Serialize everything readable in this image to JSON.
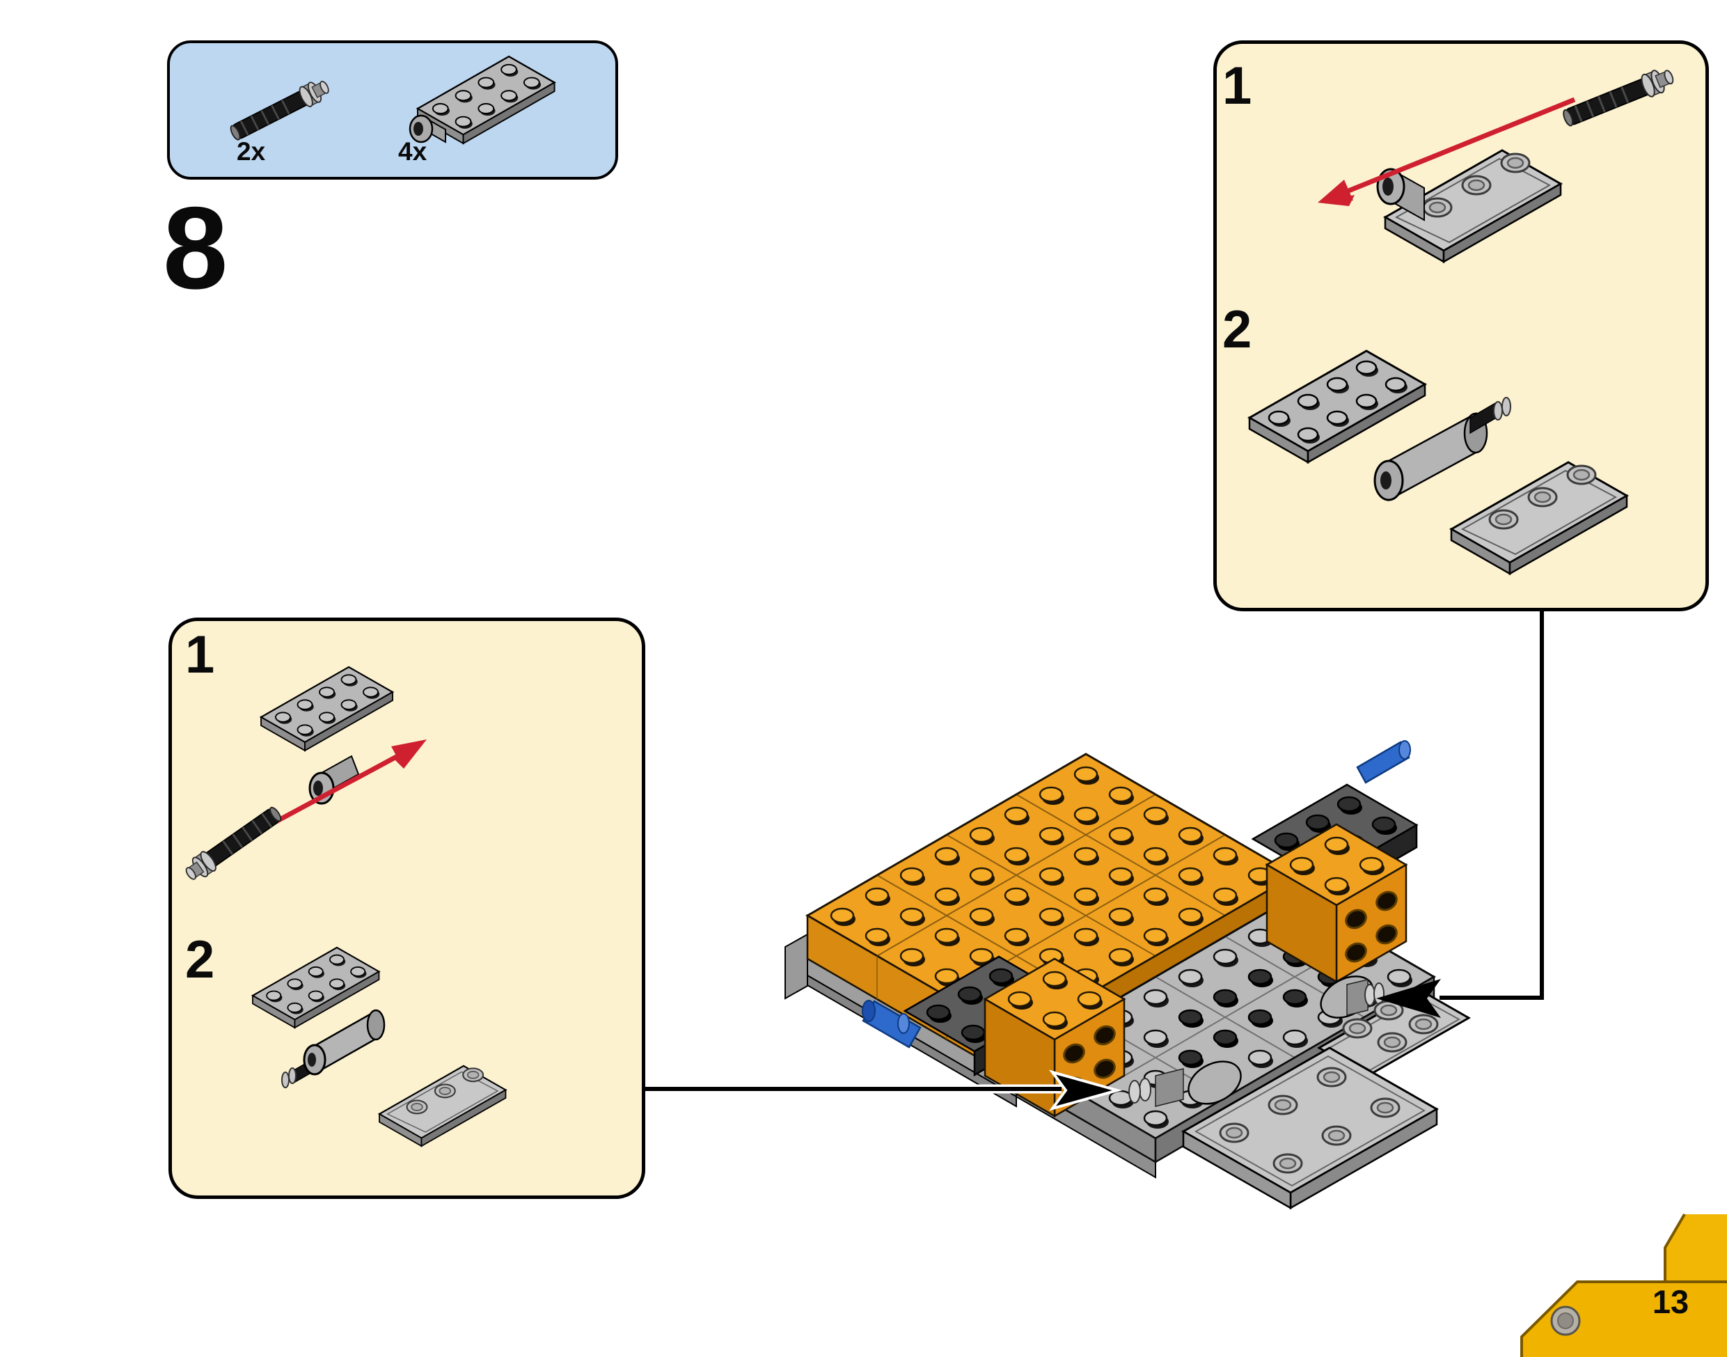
{
  "page": {
    "step_number": "8",
    "page_number": "13"
  },
  "parts_box": {
    "parts": [
      {
        "name": "technic-pin-long-black",
        "quantity": "2x"
      },
      {
        "name": "hinge-plate-2x4-gray",
        "quantity": "4x"
      }
    ]
  },
  "callouts": {
    "top_right": {
      "substeps": [
        "1",
        "2"
      ]
    },
    "bottom_left": {
      "substeps": [
        "1",
        "2"
      ]
    }
  },
  "colors": {
    "parts_box_background": "#bdd7f0",
    "callout_background": "#fcf2d0",
    "brick_orange": "#f0a11f",
    "brick_gray": "#b9b9b9",
    "brick_black": "#252525",
    "pin_blue": "#2e69cc",
    "arrow_red": "#cf2030",
    "page_tab_yellow": "#efb300"
  }
}
